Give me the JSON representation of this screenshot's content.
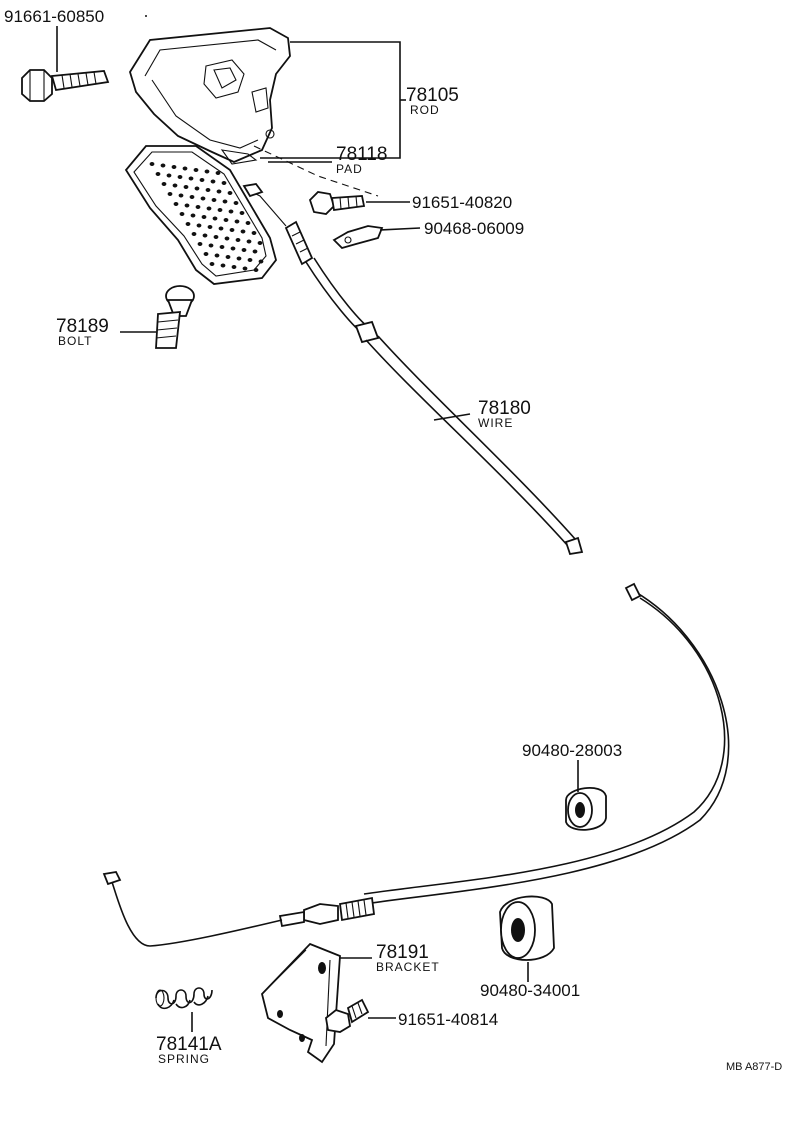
{
  "parts": {
    "bolt_top": {
      "number": "91661-60850"
    },
    "rod": {
      "number": "78105",
      "name": "ROD"
    },
    "pad": {
      "number": "78118",
      "name": "PAD"
    },
    "screw_1": {
      "number": "91651-40820"
    },
    "clamp": {
      "number": "90468-06009"
    },
    "bolt": {
      "number": "78189",
      "name": "BOLT"
    },
    "wire": {
      "number": "78180",
      "name": "WIRE"
    },
    "grommet_small": {
      "number": "90480-28003"
    },
    "bracket": {
      "number": "78191",
      "name": "BRACKET"
    },
    "grommet_large": {
      "number": "90480-34001"
    },
    "screw_2": {
      "number": "91651-40814"
    },
    "spring": {
      "number": "78141A",
      "name": "SPRING"
    }
  },
  "reference_code": "MB  A877-D"
}
